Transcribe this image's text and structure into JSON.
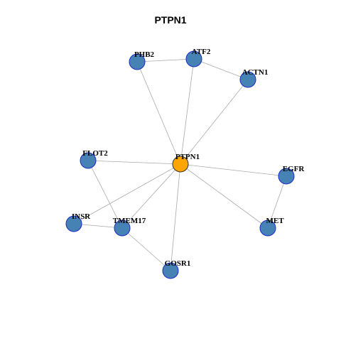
{
  "title": "PTPN1",
  "colors": {
    "center_fill": "#FFA500",
    "node_fill": "#4682B4",
    "node_stroke": "#1E2BC8",
    "center_stroke": "#333333",
    "edge": "#AAAAAA"
  },
  "nodes": [
    {
      "id": "PTPN1",
      "label": "PTPN1",
      "center": true
    },
    {
      "id": "PHB2",
      "label": "PHB2"
    },
    {
      "id": "ATF2",
      "label": "ATF2"
    },
    {
      "id": "ACTN1",
      "label": "ACTN1"
    },
    {
      "id": "FLOT2",
      "label": "FLOT2"
    },
    {
      "id": "EGFR",
      "label": "EGFR"
    },
    {
      "id": "INSR",
      "label": "INSR"
    },
    {
      "id": "TMEM17",
      "label": "TMEM17"
    },
    {
      "id": "MET",
      "label": "MET"
    },
    {
      "id": "GOSR1",
      "label": "GOSR1"
    }
  ],
  "edges": [
    [
      "PHB2",
      "ATF2"
    ],
    [
      "ATF2",
      "ACTN1"
    ],
    [
      "PTPN1",
      "PHB2"
    ],
    [
      "PTPN1",
      "ATF2"
    ],
    [
      "PTPN1",
      "ACTN1"
    ],
    [
      "PTPN1",
      "FLOT2"
    ],
    [
      "PTPN1",
      "EGFR"
    ],
    [
      "PTPN1",
      "MET"
    ],
    [
      "PTPN1",
      "INSR"
    ],
    [
      "PTPN1",
      "TMEM17"
    ],
    [
      "PTPN1",
      "GOSR1"
    ],
    [
      "FLOT2",
      "TMEM17"
    ],
    [
      "INSR",
      "TMEM17"
    ],
    [
      "TMEM17",
      "GOSR1"
    ],
    [
      "EGFR",
      "MET"
    ]
  ]
}
